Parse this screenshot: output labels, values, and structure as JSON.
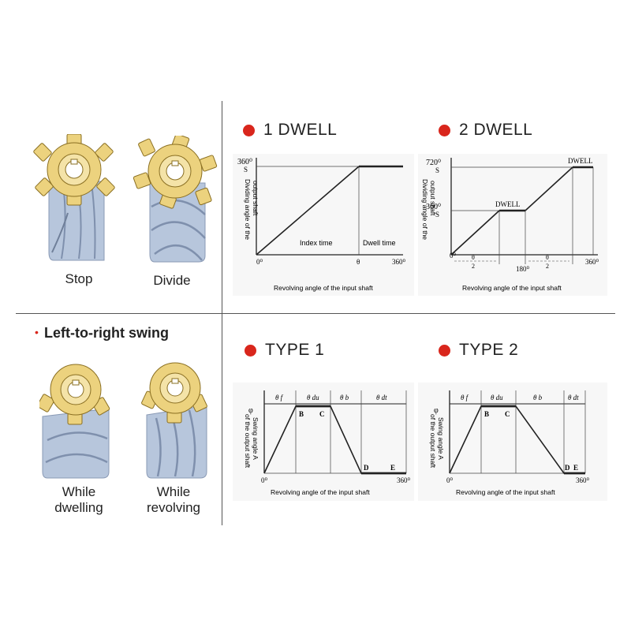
{
  "colors": {
    "accent": "#d9261c",
    "gear": "#ecd27e",
    "worm": "#b7c6dc",
    "line": "#222222",
    "divider": "#555555"
  },
  "left_top": {
    "stop_label": "Stop",
    "divide_label": "Divide"
  },
  "left_bottom": {
    "heading": "Left-to-right swing",
    "bullet": "•",
    "dwelling_label": [
      "While",
      "dwelling"
    ],
    "revolving_label": [
      "While",
      "revolving"
    ]
  },
  "dwell1": {
    "title": "1 DWELL",
    "y_top_label": "360⁰",
    "y_top_sub": "S",
    "y_axis_label": [
      "Dividing angle of the",
      "output shaft"
    ],
    "origin": "0⁰",
    "theta": "θ",
    "x_end": "360⁰",
    "index_time": "Index time",
    "dwell_time": "Dwell time",
    "x_axis_label": "Revolving angle of the input shaft"
  },
  "dwell2": {
    "title": "2 DWELL",
    "y_top_label": "720⁰",
    "y_top_sub": "S",
    "y_mid_label": "360⁰",
    "y_mid_sub": "S",
    "y_axis_label": [
      "Dividing angle of the",
      "output shaft"
    ],
    "dwell_top": "DWELL",
    "dwell_mid": "DWELL",
    "origin": "0⁰",
    "half_theta": "θ",
    "half_den": "2",
    "mid_tick": "180⁰",
    "x_end": "360⁰",
    "x_axis_label": "Revolving angle of the input shaft"
  },
  "type1": {
    "title": "TYPE 1",
    "phi": "φ",
    "y_axis_label": [
      "Swing angle A",
      "of the output shaft"
    ],
    "theta_f": "θ f",
    "theta_du": "θ du",
    "theta_b": "θ b",
    "theta_dt": "θ dt",
    "B": "B",
    "C": "C",
    "D": "D",
    "E": "E",
    "origin": "0⁰",
    "x_end": "360⁰",
    "x_axis_label": "Revolving angle of the input shaft"
  },
  "type2": {
    "title": "TYPE 2",
    "phi": "φ",
    "y_axis_label": [
      "Swing angle A",
      "of the output shaft"
    ],
    "theta_f": "θ f",
    "theta_du": "θ du",
    "theta_b": "θ b",
    "theta_dt": "θ dt",
    "B": "B",
    "C": "C",
    "D": "D",
    "E": "E",
    "origin": "0⁰",
    "x_end": "360⁰",
    "x_axis_label": "Revolving angle of the input shaft"
  }
}
